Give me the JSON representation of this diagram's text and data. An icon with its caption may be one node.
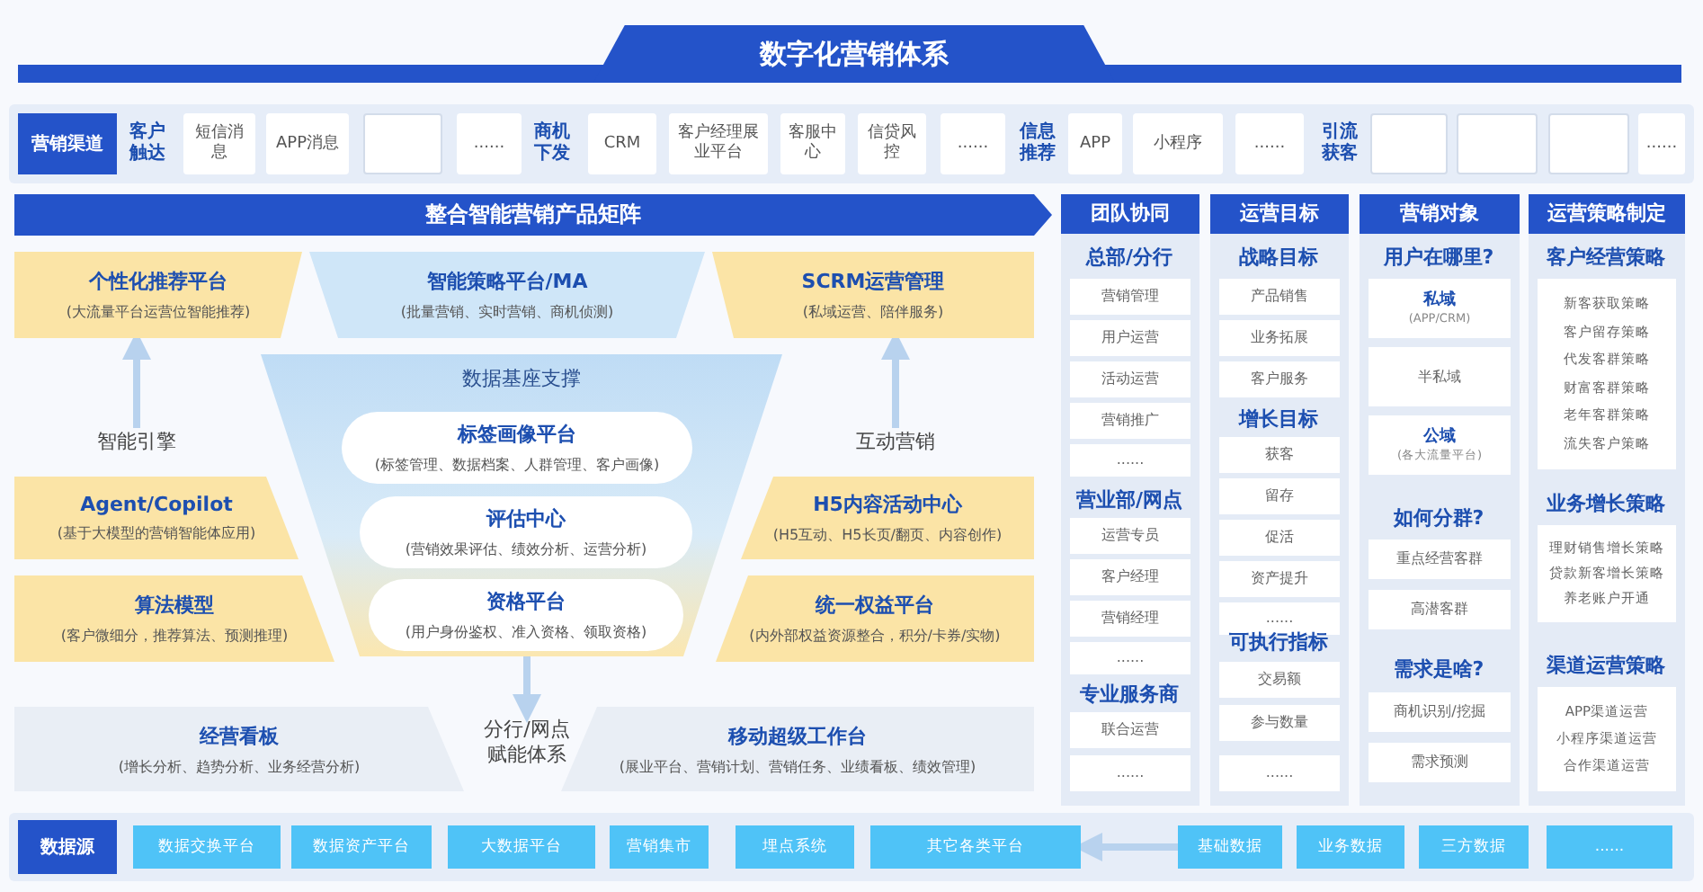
{
  "diagram": {
    "title": "数字化营销体系",
    "nodes": [
      {
        "text": [
          "营销渠道"
        ]
      },
      {
        "text": [
          "短信消息"
        ]
      },
      {
        "text": [
          "APP消息"
        ]
      },
      {
        "text": [],
        "shape": "box"
      },
      {
        "text": [
          "......"
        ]
      },
      {
        "text": [
          "CRM"
        ]
      },
      {
        "text": [
          "客户经理展业平台"
        ]
      },
      {
        "text": [
          "客服中心"
        ]
      },
      {
        "text": [
          "信贷风控"
        ]
      },
      {
        "text": [
          "......"
        ]
      },
      {
        "text": [
          "APP"
        ]
      },
      {
        "text": [
          "小程序"
        ]
      },
      {
        "text": [
          "......"
        ]
      },
      {
        "text": [],
        "shape": "box"
      },
      {
        "text": [],
        "shape": "box"
      },
      {
        "text": [],
        "shape": "box"
      },
      {
        "text": [
          "......"
        ]
      },
      {
        "text": [
          "整合智能营销产品矩阵"
        ]
      },
      {
        "text": [
          "个性化推荐平台",
          "(大流量平台运营位智能推荐)"
        ]
      },
      {
        "text": [
          "智能策略平台/MA",
          "(批量营销、实时营销、商机侦测)"
        ]
      },
      {
        "text": [
          "SCRM运营管理",
          "(私域运营、陪伴服务)"
        ]
      },
      {
        "text": [
          "智能引擎"
        ]
      },
      {
        "text": [
          "互动营销"
        ]
      },
      {
        "text": [
          "数据基座支撑"
        ]
      },
      {
        "text": [
          "标签画像平台",
          "(标签管理、数据档案、人群管理、客户画像)"
        ],
        "in": 23
      },
      {
        "text": [
          "评估中心",
          "(营销效果评估、绩效分析、运营分析)"
        ],
        "in": 23
      },
      {
        "text": [
          "资格平台",
          "(用户身份鉴权、准入资格、领取资格)"
        ],
        "in": 23
      },
      {
        "text": [
          "Agent/Copilot",
          "(基于大模型的营销智能体应用)"
        ]
      },
      {
        "text": [
          "算法模型",
          "(客户微细分，推荐算法、预测推理)"
        ]
      },
      {
        "text": [
          "H5内容活动中心",
          "(H5互动、H5长页/翻页、内容创作)"
        ]
      },
      {
        "text": [
          "统一权益平台",
          "(内外部权益资源整合，积分/卡券/实物)"
        ]
      },
      {
        "text": [
          "经营看板",
          "(增长分析、趋势分析、业务经营分析)"
        ]
      },
      {
        "text": [
          "分行/网点赋能体系"
        ]
      },
      {
        "text": [
          "移动超级工作台",
          "(展业平台、营销计划、营销任务、业绩看板、绩效管理)"
        ]
      },
      {
        "text": [
          "团队协同"
        ]
      },
      {
        "text": [
          "营销管理"
        ],
        "in": 34
      },
      {
        "text": [
          "用户运营"
        ],
        "in": 34
      },
      {
        "text": [
          "活动运营"
        ],
        "in": 34
      },
      {
        "text": [
          "营销推广"
        ],
        "in": 34
      },
      {
        "text": [
          "......"
        ],
        "in": 34
      },
      {
        "text": [
          "运营专员"
        ],
        "in": 34
      },
      {
        "text": [
          "客户经理"
        ],
        "in": 34
      },
      {
        "text": [
          "营销经理"
        ],
        "in": 34
      },
      {
        "text": [
          "......"
        ],
        "in": 34
      },
      {
        "text": [
          "联合运营"
        ],
        "in": 34
      },
      {
        "text": [
          "......"
        ],
        "in": 34
      },
      {
        "text": [
          "运营目标"
        ]
      },
      {
        "text": [
          "产品销售"
        ],
        "in": 46
      },
      {
        "text": [
          "业务拓展"
        ],
        "in": 46
      },
      {
        "text": [
          "客户服务"
        ],
        "in": 46
      },
      {
        "text": [
          "获客"
        ],
        "in": 46
      },
      {
        "text": [
          "留存"
        ],
        "in": 46
      },
      {
        "text": [
          "促活"
        ],
        "in": 46
      },
      {
        "text": [
          "资产提升"
        ],
        "in": 46
      },
      {
        "text": [
          "......"
        ],
        "in": 46
      },
      {
        "text": [
          "交易额"
        ],
        "in": 46
      },
      {
        "text": [
          "参与数量"
        ],
        "in": 46
      },
      {
        "text": [
          "......"
        ],
        "in": 46
      },
      {
        "text": [
          "营销对象"
        ]
      },
      {
        "text": [
          "私域",
          "(APP/CRM)"
        ],
        "in": 58
      },
      {
        "text": [
          "半私域"
        ],
        "in": 58
      },
      {
        "text": [
          "公域",
          "(各大流量平台)"
        ],
        "in": 58
      },
      {
        "text": [
          "重点经营客群"
        ],
        "in": 58
      },
      {
        "text": [
          "高潜客群"
        ],
        "in": 58
      },
      {
        "text": [
          "商机识别/挖掘"
        ],
        "in": 58
      },
      {
        "text": [
          "需求预测"
        ],
        "in": 58
      },
      {
        "text": [
          "运营策略制定"
        ]
      },
      {
        "text": [
          "新客获取策略",
          "客户留存策略",
          "代发客群策略",
          "财富客群策略",
          "老年客群策略",
          "流失客户策略"
        ],
        "in": 66
      },
      {
        "text": [
          "理财销售增长策略",
          "贷款新客增长策略",
          "养老账户开通"
        ],
        "in": 66
      },
      {
        "text": [
          "APP渠道运营",
          "小程序渠道运营",
          "合作渠道运营"
        ],
        "in": 66
      },
      {
        "text": [
          "数据源"
        ]
      },
      {
        "text": [
          "数据交换平台"
        ]
      },
      {
        "text": [
          "数据资产平台"
        ]
      },
      {
        "text": [
          "大数据平台"
        ]
      },
      {
        "text": [
          "营销集市"
        ]
      },
      {
        "text": [
          "埋点系统"
        ]
      },
      {
        "text": [
          "其它各类平台"
        ]
      },
      {
        "text": [
          "基础数据"
        ]
      },
      {
        "text": [
          "业务数据"
        ]
      },
      {
        "text": [
          "三方数据"
        ]
      },
      {
        "text": [
          "......"
        ]
      }
    ],
    "edges": [
      {
        "from": 21,
        "to": 18,
        "arrow": "to"
      },
      {
        "from": 22,
        "to": 20,
        "arrow": "to"
      },
      {
        "from": 23,
        "to": 32,
        "arrow": "to"
      },
      {
        "from": 77,
        "to": 76,
        "arrow": "to"
      }
    ],
    "labels": [
      "客户触达",
      "商机下发",
      "信息推荐",
      "引流获客",
      "总部/分行",
      "营业部/网点",
      "专业服务商",
      "战略目标",
      "增长目标",
      "可执行指标",
      "用户在哪里?",
      "如何分群?",
      "需求是啥?",
      "客户经营策略",
      "业务增长策略",
      "渠道运营策略"
    ]
  }
}
